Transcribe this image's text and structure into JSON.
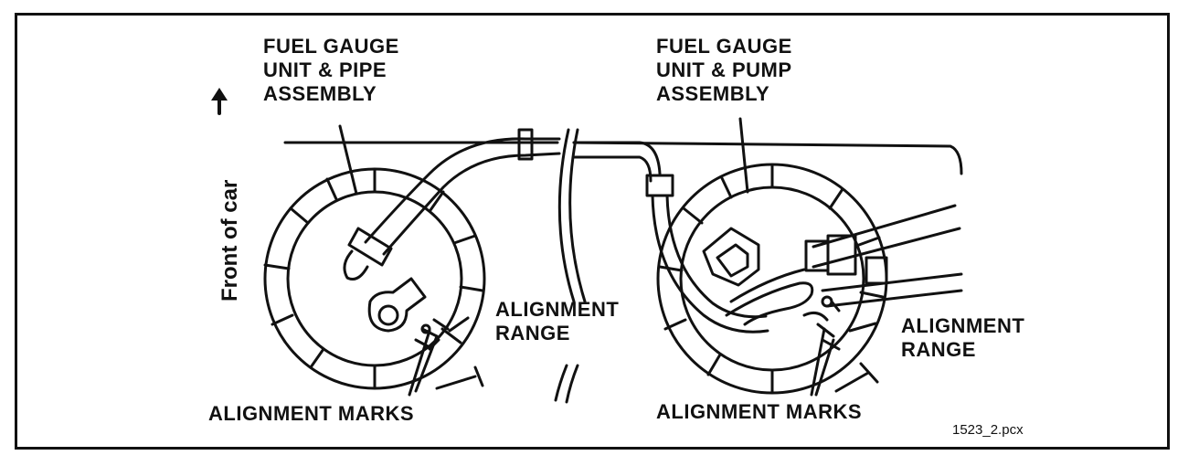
{
  "labels": {
    "left_assembly": [
      "FUEL GAUGE",
      "UNIT & PIPE",
      "ASSEMBLY"
    ],
    "right_assembly": [
      "FUEL GAUGE",
      "UNIT & PUMP",
      "ASSEMBLY"
    ],
    "front_of_car": "Front of car",
    "left_range": [
      "ALIGNMENT",
      "RANGE"
    ],
    "right_range": [
      "ALIGNMENT",
      "RANGE"
    ],
    "left_marks": "ALIGNMENT MARKS",
    "right_marks": "ALIGNMENT MARKS",
    "file_name": "1523_2.pcx"
  },
  "icons": {
    "front_arrow": "up-arrow-icon"
  },
  "colors": {
    "ink": "#111111",
    "background": "#ffffff"
  }
}
